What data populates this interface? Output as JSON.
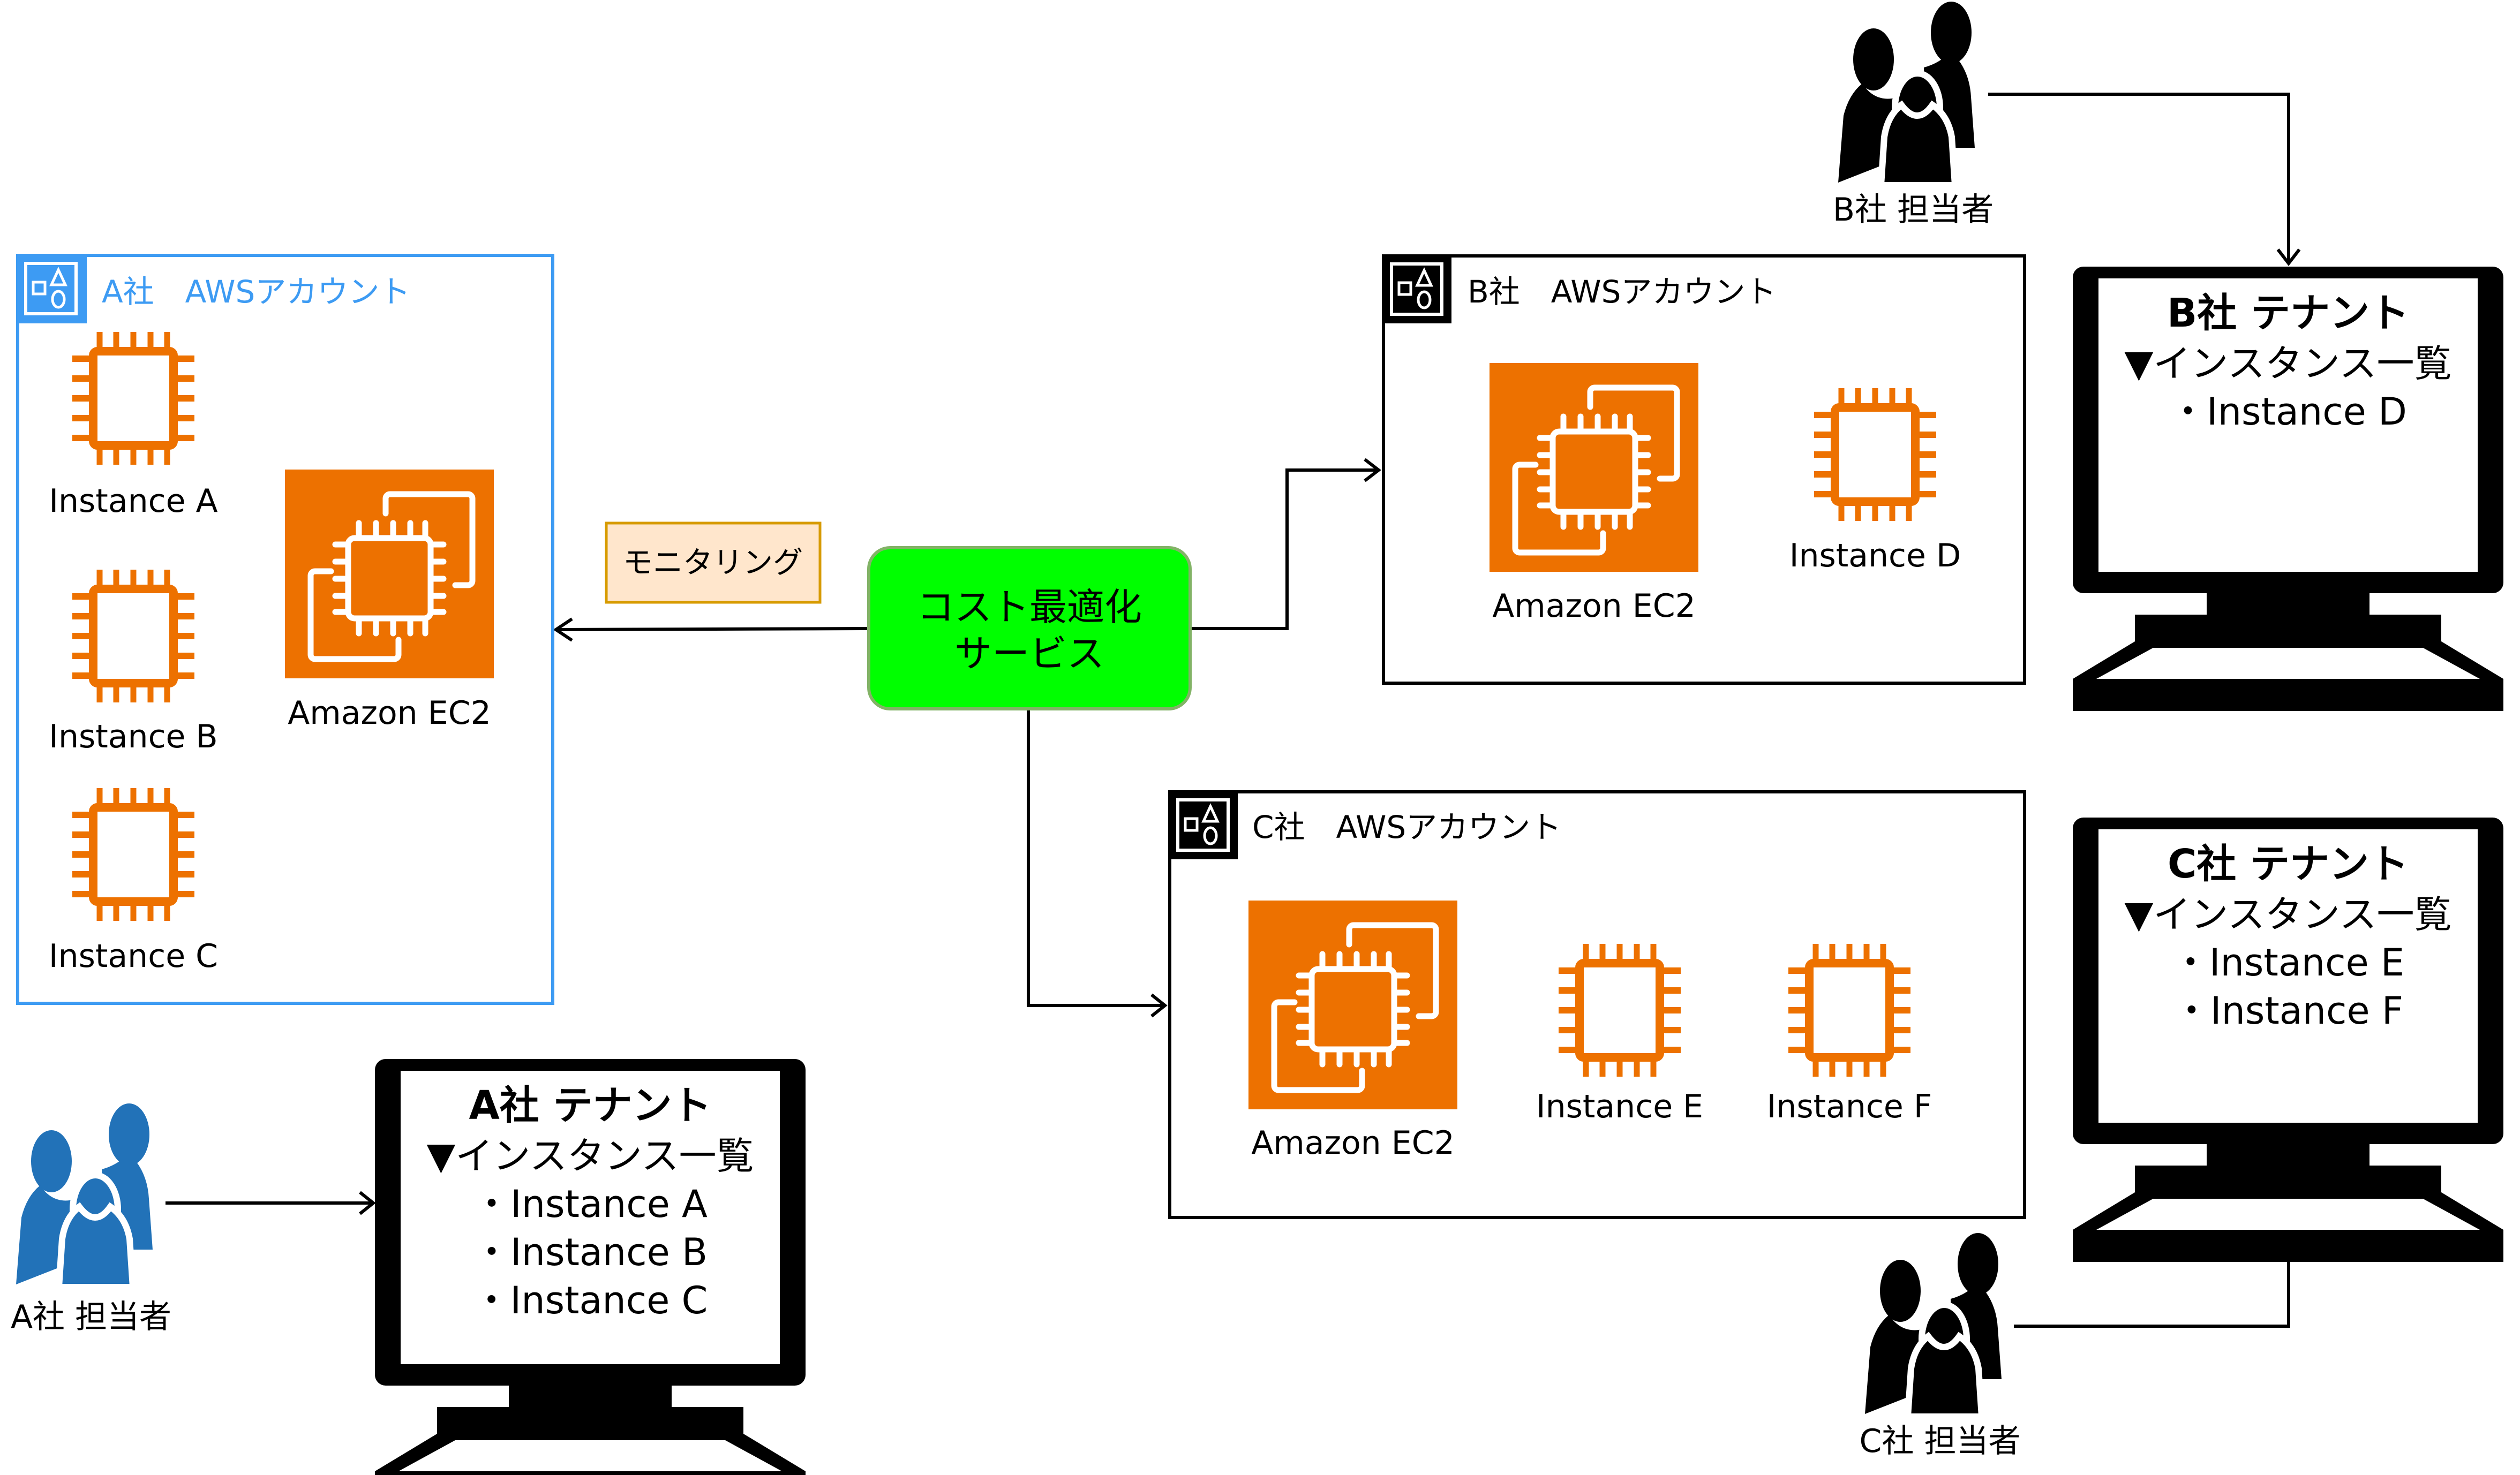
{
  "diagram": {
    "colors": {
      "aws_orange": "#ED7100",
      "account_a_blue": "#3D9BF3",
      "account_dark": "#000000",
      "service_green": "#00FF00",
      "service_border": "#82B366",
      "monitoring_fill": "#FFE6CC",
      "monitoring_border": "#D79B00",
      "person_a_blue": "#2272B8",
      "person_dark": "#000000"
    },
    "service": {
      "line1": "コスト最適化",
      "line2": "サービス"
    },
    "monitoring_label": "モニタリング",
    "accounts": [
      {
        "id": "a",
        "title": "A社　AWSアカウント",
        "ec2_label": "Amazon EC2",
        "instances": [
          "Instance A",
          "Instance B",
          "Instance C"
        ]
      },
      {
        "id": "b",
        "title": "B社　AWSアカウント",
        "ec2_label": "Amazon EC2",
        "instances": [
          "Instance D"
        ]
      },
      {
        "id": "c",
        "title": "C社　AWSアカウント",
        "ec2_label": "Amazon EC2",
        "instances": [
          "Instance E",
          "Instance F"
        ]
      }
    ],
    "tenants": [
      {
        "id": "a",
        "title": "A社 テナント",
        "list_header": "▼インスタンス一覧",
        "items": [
          "・Instance A",
          "・Instance B",
          "・Instance C"
        ],
        "user_label": "A社 担当者"
      },
      {
        "id": "b",
        "title": "B社 テナント",
        "list_header": "▼インスタンス一覧",
        "items": [
          "・Instance D"
        ],
        "user_label": "B社 担当者"
      },
      {
        "id": "c",
        "title": "C社 テナント",
        "list_header": "▼インスタンス一覧",
        "items": [
          "・Instance E",
          "・Instance F"
        ],
        "user_label": "C社 担当者"
      }
    ],
    "edges": [
      {
        "from": "service",
        "to": "account-a",
        "label": "モニタリング"
      },
      {
        "from": "service",
        "to": "account-b"
      },
      {
        "from": "service",
        "to": "account-c"
      },
      {
        "from": "user-a",
        "to": "tenant-a"
      },
      {
        "from": "user-b",
        "to": "tenant-b"
      },
      {
        "from": "user-c",
        "to": "tenant-c"
      }
    ]
  }
}
